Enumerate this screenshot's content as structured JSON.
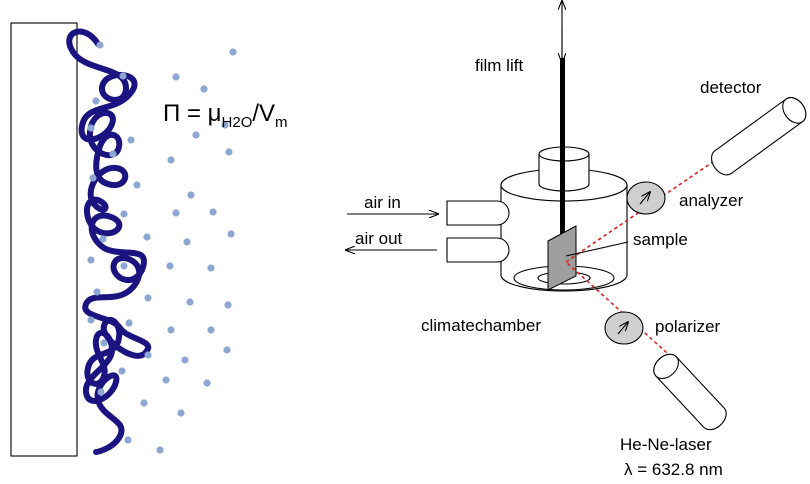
{
  "formula": {
    "lhs": "Π = μ",
    "subscript": "H2O",
    "rhs": "/V",
    "rhs_subscript": "m"
  },
  "labels": {
    "film_lift": "film lift",
    "detector": "detector",
    "analyzer": "analyzer",
    "sample": "sample",
    "air_in": "air in",
    "air_out": "air out",
    "climate_chamber": "climatechamber",
    "polarizer": "polarizer",
    "laser_name": "He-Ne-laser",
    "laser_wavelength": "λ = 632.8 nm"
  },
  "colors": {
    "polymer_chain": "#1a1380",
    "water_molecules": "#8ea6d2",
    "laser_beam": "#e02020",
    "optics_fill": "#cfcfcf",
    "sample_fill": "#9e9e9e"
  }
}
